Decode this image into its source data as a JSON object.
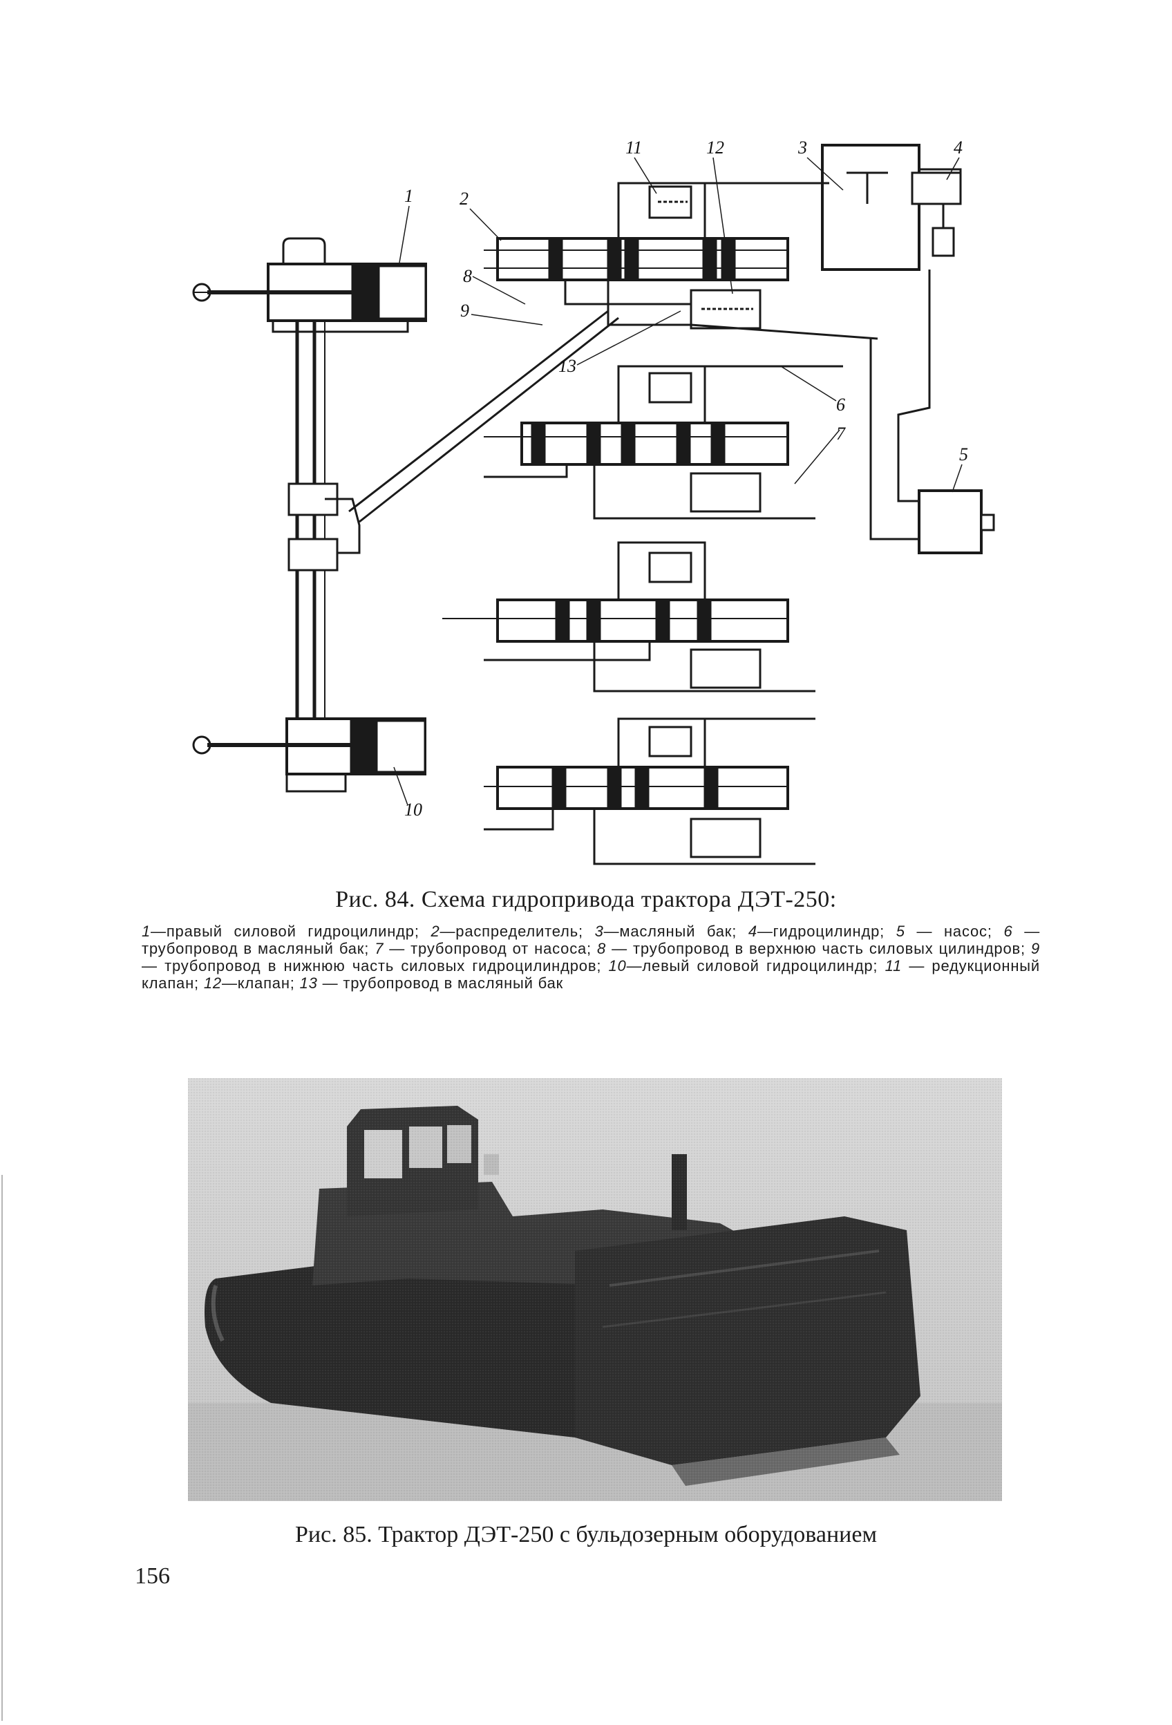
{
  "figure84": {
    "caption": "Рис. 84. Схема гидропривода трактора ДЭТ-250:",
    "labels": [
      "1",
      "2",
      "3",
      "4",
      "5",
      "6",
      "7",
      "8",
      "9",
      "10",
      "11",
      "12",
      "13"
    ],
    "legend": [
      {
        "num": "1",
        "text": "—правый силовой гидроцилиндр; "
      },
      {
        "num": "2",
        "text": "—распределитель; "
      },
      {
        "num": "3",
        "text": "—масляный бак; "
      },
      {
        "num": "4",
        "text": "—гидроцилиндр; "
      },
      {
        "num": "5",
        "text": " — насос; "
      },
      {
        "num": "6",
        "text": " — трубопровод в масляный бак; "
      },
      {
        "num": "7",
        "text": " — трубопровод от насоса; "
      },
      {
        "num": "8",
        "text": " — трубопровод в верхнюю часть силовых цилиндров; "
      },
      {
        "num": "9",
        "text": " — трубопровод в нижнюю часть силовых гидроцилиндров; "
      },
      {
        "num": "10",
        "text": "—левый силовой гидроцилиндр; "
      },
      {
        "num": "11",
        "text": " — редукционный клапан; "
      },
      {
        "num": "12",
        "text": "—клапан; "
      },
      {
        "num": "13",
        "text": " — трубопровод в масляный бак"
      }
    ]
  },
  "figure85": {
    "caption": "Рис. 85. Трактор ДЭТ-250 с бульдозерным оборудованием"
  },
  "page_number": "156"
}
